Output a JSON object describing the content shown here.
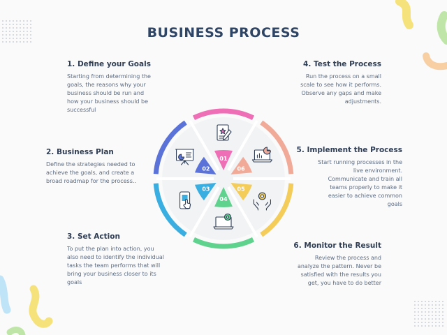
{
  "title": "BUSINESS PROCESS",
  "steps": [
    {
      "number": "01",
      "heading": "1. Define your Goals",
      "text": "Starting from determining the goals, the reasons why your business should be run and how your business should be successful",
      "color": "#ee6fb6",
      "icon": "goal-document-icon"
    },
    {
      "number": "02",
      "heading": "2. Business Plan",
      "text": "Define the strategies needed to achieve the goals, and create a broad roadmap for the process..",
      "color": "#5b73d8",
      "icon": "presentation-board-icon"
    },
    {
      "number": "03",
      "heading": "3. Set Action",
      "text": "To put the plan into action, you also need to identify the individual tasks the team performs that will bring your business closer to its goals",
      "color": "#3aaee0",
      "icon": "mobile-tap-icon"
    },
    {
      "number": "04",
      "heading": "4. Test the Process",
      "text": "Run the process on a small scale to see how it performs. Observe any gaps and make adjustments.",
      "color": "#5fd28e",
      "icon": "laptop-gear-icon"
    },
    {
      "number": "05",
      "heading": "5. Implement the Process",
      "text": "Start running processes in the live environment. Communicate and train all teams properly to make it easier to achieve common goals",
      "color": "#f3cc5a",
      "icon": "hands-gear-icon"
    },
    {
      "number": "06",
      "heading": "6. Monitor the Result",
      "text": "Review the process and analyze the pattern. Never be satisfied with the results you get, you have to do better",
      "color": "#f2aa98",
      "icon": "laptop-chart-icon"
    }
  ]
}
